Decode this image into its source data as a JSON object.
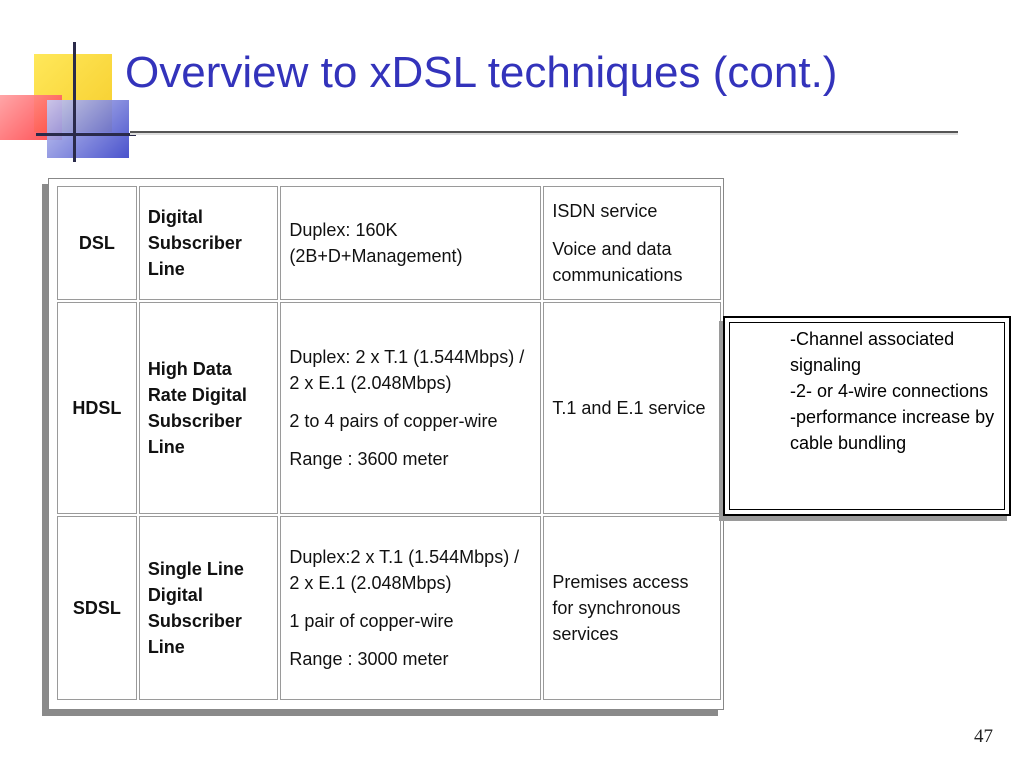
{
  "slide": {
    "title": "Overview to xDSL techniques (cont.)",
    "page_number": "47"
  },
  "table": {
    "rows": [
      {
        "abbr": "DSL",
        "name": "Digital Subscriber Line",
        "spec": [
          "Duplex: 160K (2B+D+Management)"
        ],
        "service": [
          "ISDN service",
          "Voice and data communications"
        ]
      },
      {
        "abbr": "HDSL",
        "name": "High Data Rate Digital Subscriber Line",
        "spec": [
          "Duplex: 2 x T.1 (1.544Mbps) / 2 x E.1 (2.048Mbps)",
          "2 to 4 pairs of copper-wire",
          "Range : 3600 meter"
        ],
        "service": [
          "T.1 and E.1 service"
        ]
      },
      {
        "abbr": "SDSL",
        "name": "Single Line Digital Subscriber Line",
        "spec": [
          "Duplex:2 x T.1 (1.544Mbps) / 2 x E.1 (2.048Mbps)",
          "1 pair of copper-wire",
          "Range : 3000 meter"
        ],
        "service": [
          "Premises access for synchronous services"
        ]
      }
    ]
  },
  "callout": {
    "items": [
      "-Channel associated signaling",
      "-2- or 4-wire connections",
      "-performance increase by cable bundling"
    ]
  }
}
